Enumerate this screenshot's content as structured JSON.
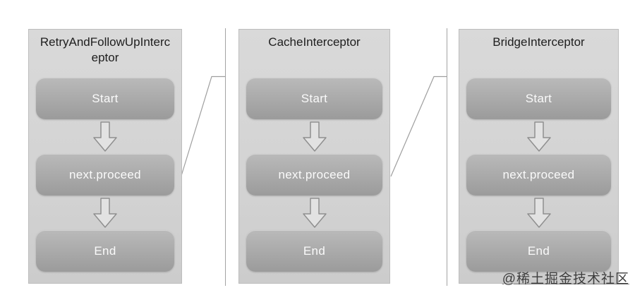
{
  "colors": {
    "page_bg": "#ffffff",
    "box_bg": "#d4d4d4",
    "box_border": "#bdbdbd",
    "button_gradient_top": "#bababa",
    "button_gradient_bottom": "#9b9b9b",
    "button_text": "#fafafa",
    "title_text": "#1e1e1e",
    "connector_line": "#9e9e9e",
    "arrow_fill": "#e2e2e2",
    "arrow_stroke": "#8f8f8f",
    "watermark_text_color": "#3d3d3d"
  },
  "diagram": {
    "interceptors": [
      {
        "title": "RetryAndFollowUpInterceptor",
        "steps": [
          "Start",
          "next.proceed",
          "End"
        ]
      },
      {
        "title": "CacheInterceptor",
        "steps": [
          "Start",
          "next.proceed",
          "End"
        ]
      },
      {
        "title": "BridgeInterceptor",
        "steps": [
          "Start",
          "next.proceed",
          "End"
        ]
      }
    ]
  },
  "watermark": {
    "text": "@稀土掘金技术社区"
  }
}
